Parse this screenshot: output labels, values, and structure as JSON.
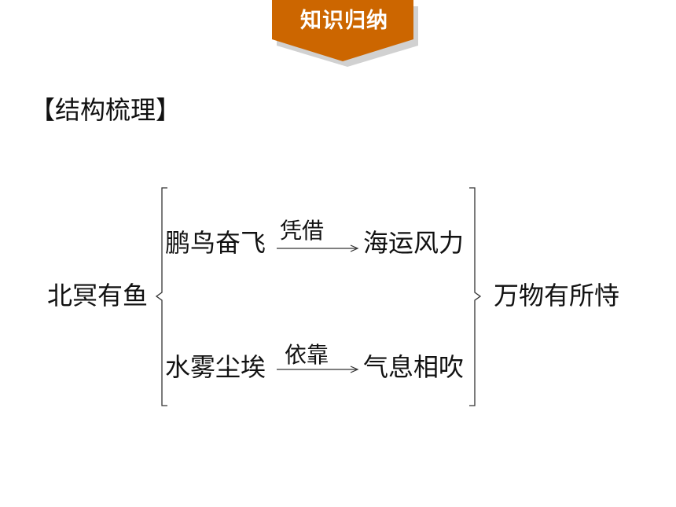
{
  "header": {
    "banner_label": "知识归纳",
    "banner_color": "#CC6600",
    "section_title": "【结构梳理】"
  },
  "diagram": {
    "root": "北冥有鱼",
    "branches": [
      {
        "subject": "鹏鸟奋飞",
        "relation": "凭借",
        "object": "海运风力"
      },
      {
        "subject": "水雾尘埃",
        "relation": "依靠",
        "object": "气息相吹"
      }
    ],
    "conclusion": "万物有所恃"
  }
}
